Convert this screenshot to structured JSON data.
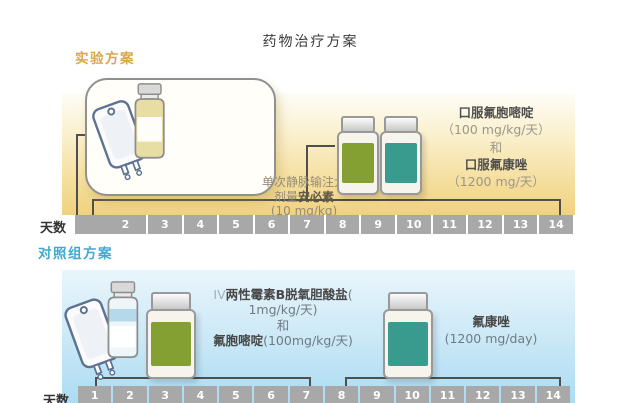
{
  "title": "药物治疗方案",
  "experimental": {
    "heading": "实验方案",
    "iv_box": {
      "line1": "单次静脉输注大",
      "line2_pre": "剂量",
      "line2_bold": "安必素",
      "line3": "(10 mg/kg)"
    },
    "oral_text": {
      "drug1_bold": "口服氟胞嘧啶",
      "drug1_dose": "（100 mg/kg/天）",
      "and": "和",
      "drug2_bold": "口服氟康唑",
      "drug2_dose": "（1200 mg/天）"
    },
    "timeline": {
      "label": "天数",
      "first_cell": "2",
      "cells": [
        "3",
        "4",
        "5",
        "6",
        "7",
        "8",
        "9",
        "10",
        "11",
        "12",
        "13",
        "14"
      ]
    }
  },
  "control": {
    "heading": "对照组方案",
    "combo_text": {
      "prefix_light": "IV",
      "drug1_bold": "两性霉素B脱氧胆酸盐",
      "drug1_open": "(",
      "line2": "1mg/kg/天)",
      "and": "和",
      "drug2_bold": "氟胞嘧啶",
      "drug2_dose": "(100mg/kg/天)"
    },
    "flu_text": {
      "drug_bold": "氟康唑",
      "dose": "(1200 mg/day)"
    },
    "timeline": {
      "label": "天数",
      "cells": [
        "1",
        "2",
        "3",
        "4",
        "5",
        "6",
        "7",
        "8",
        "9",
        "10",
        "11",
        "12",
        "13",
        "14"
      ]
    }
  },
  "colors": {
    "experimental_accent": "#d9a64b",
    "control_accent": "#3fa9d1",
    "panel_yellow": "#f0d27e",
    "panel_blue": "#abdcf2",
    "timeline_gray": "#a8a8a8",
    "flucytosine_olive": "#84a032",
    "fluconazole_teal": "#389b8d",
    "line_dark": "#4f4f4f"
  }
}
